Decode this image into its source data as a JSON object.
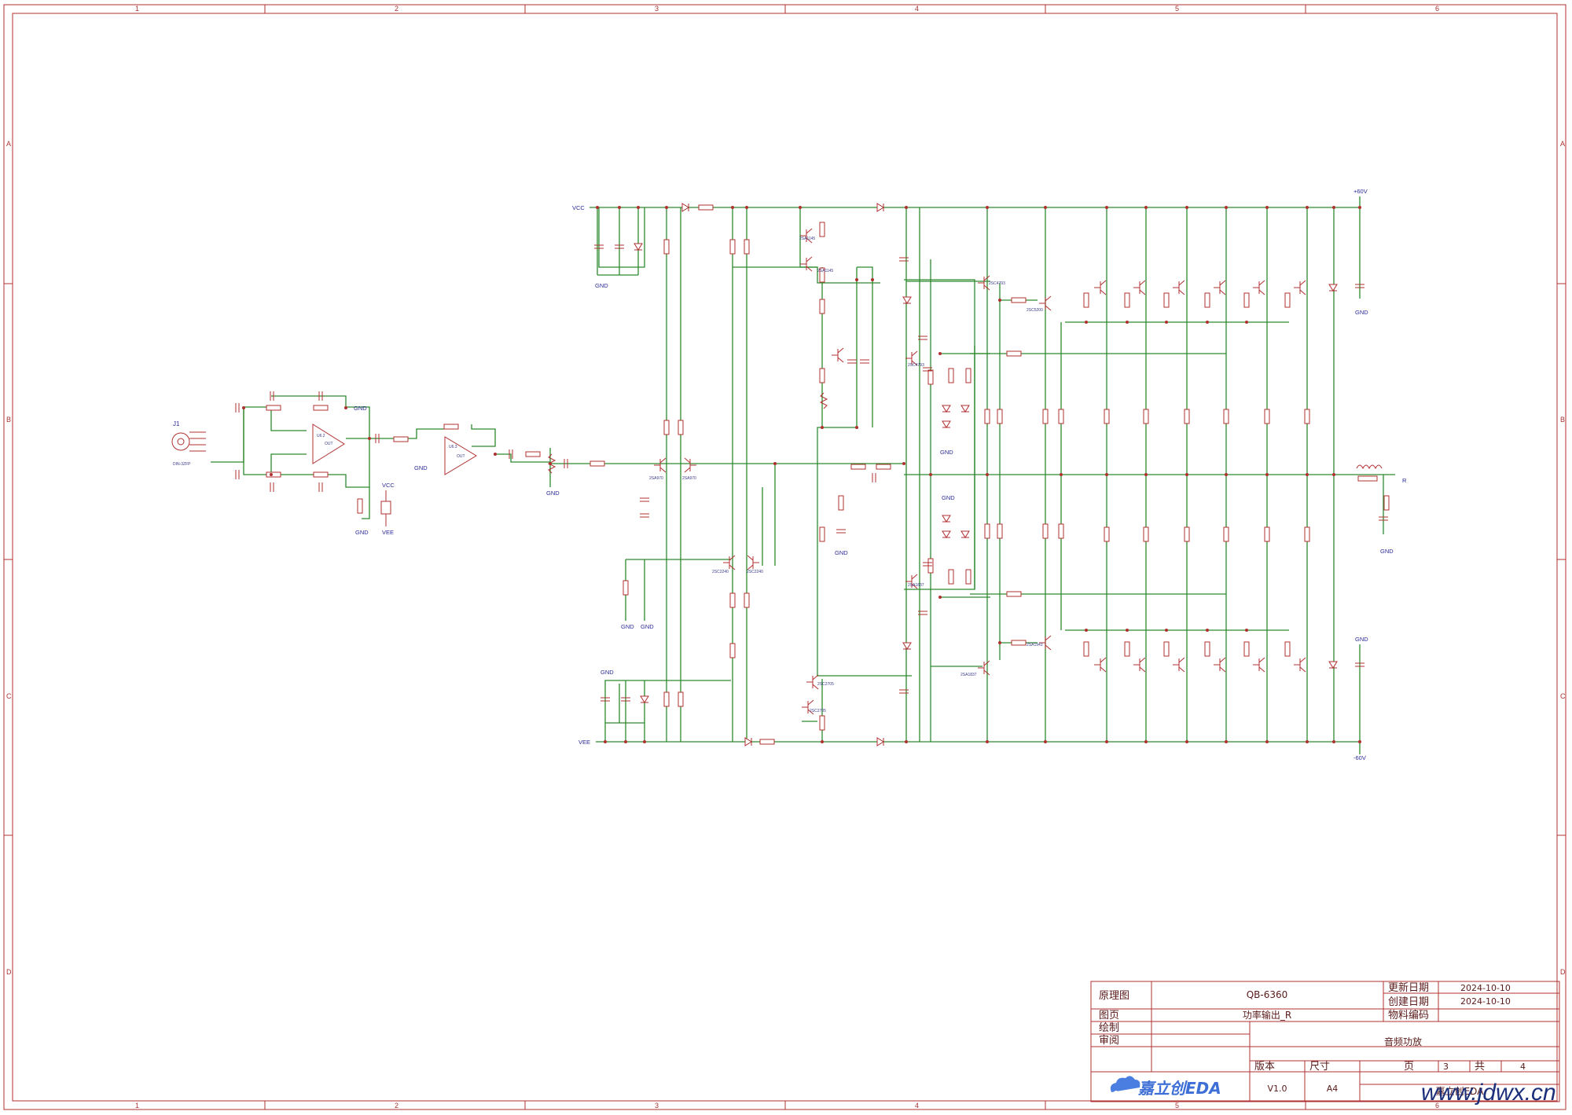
{
  "frame": {
    "col_labels": [
      "1",
      "2",
      "3",
      "4",
      "5",
      "6"
    ],
    "row_labels": [
      "A",
      "B",
      "C",
      "D"
    ]
  },
  "title_block": {
    "label_schematic": "原理图",
    "project": "QB-6360",
    "label_updated": "更新日期",
    "updated_date": "2024-10-10",
    "label_created": "创建日期",
    "created_date": "2024-10-10",
    "label_page": "图页",
    "page_name": "功率输出_R",
    "label_part_code": "物料编码",
    "label_drawn": "绘制",
    "label_reviewed": "审阅",
    "description": "音频功放",
    "label_version": "版本",
    "label_size": "尺寸",
    "label_page_num": "页",
    "page_num": "3",
    "label_total": "共",
    "total_pages": "4",
    "version": "V1.0",
    "size": "A4",
    "company": "嘉立创EDA",
    "logo_text": "嘉立创EDA"
  },
  "watermark": "www.jdwx.cn",
  "nets": {
    "vcc": "VCC",
    "vee": "VEE",
    "gnd": "GND",
    "pos": "+60V",
    "neg": "-60V",
    "out_r": "R"
  },
  "connector": {
    "ref": "J1",
    "part": "DIN-3ZFP"
  },
  "opamps": {
    "u62": "U6.2",
    "u63": "U6.3",
    "out": "OUT"
  },
  "transistor_parts": {
    "npn_out": "2SC5200",
    "pnp_out": "2SA1943",
    "driver_npn": "2SC4793",
    "driver_pnp": "2SA1837",
    "input_pnp": "2SA970",
    "vas": "2SC2240",
    "pre_pnp": "2SA1145",
    "pre_npn": "2SC2705"
  },
  "icons": {
    "power_symbol": "gnd-icon",
    "logo_mark": "cloud-logo-icon"
  },
  "colors": {
    "wire": "#2d8a2d",
    "component": "#b03030",
    "label": "#2a2a9a",
    "frame": "#b03030"
  }
}
